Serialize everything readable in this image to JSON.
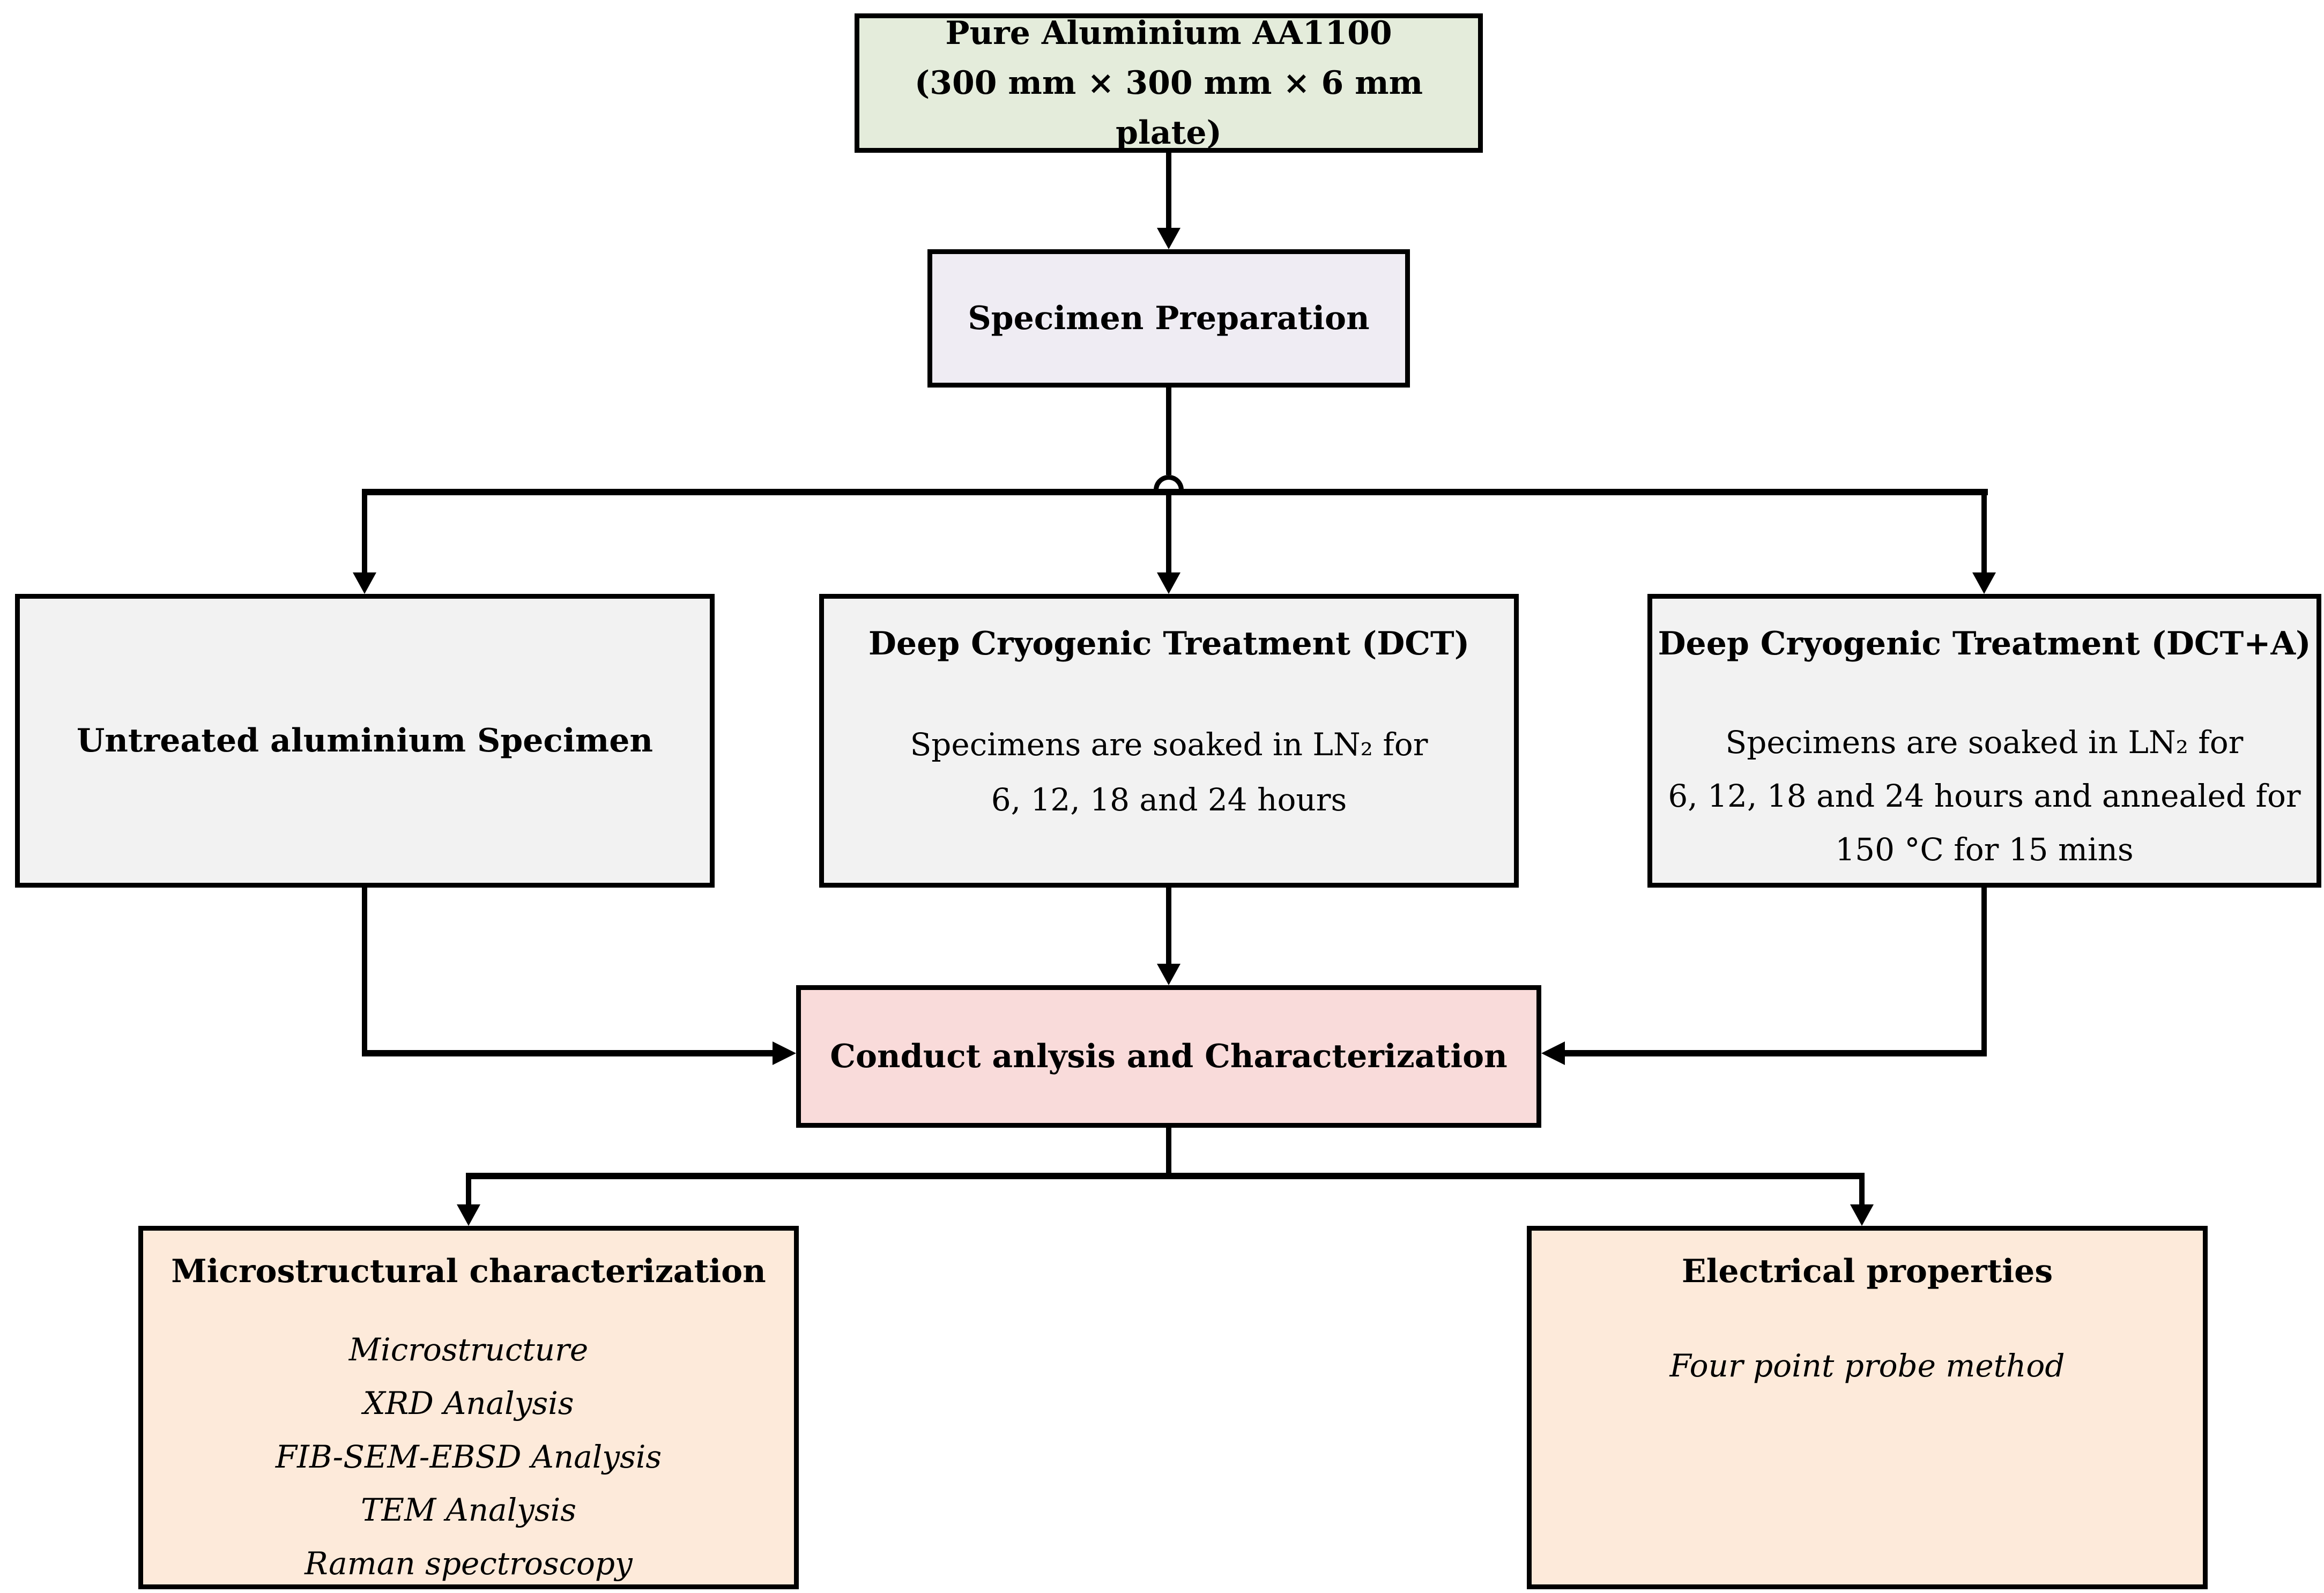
{
  "diagram": {
    "nodes": {
      "material": {
        "title": "Pure Aluminium AA1100\n(300 mm × 300 mm × 6 mm plate)",
        "fill": "#e4ecdb"
      },
      "preparation": {
        "title": "Specimen Preparation",
        "fill": "#efecf3"
      },
      "untreated": {
        "title": "Untreated aluminium Specimen",
        "fill": "#f2f2f2"
      },
      "dct": {
        "title": "Deep Cryogenic Treatment (DCT)",
        "body": "Specimens are soaked in LN₂ for\n6, 12, 18 and 24 hours",
        "fill": "#f2f2f2"
      },
      "dct_a": {
        "title": "Deep Cryogenic Treatment (DCT+A)",
        "body": "Specimens are soaked in LN₂ for\n6, 12, 18 and 24 hours and annealed for\n150 °C for 15 mins",
        "fill": "#f2f2f2"
      },
      "analysis": {
        "title": "Conduct anlysis and Characterization",
        "fill": "#f9dbda"
      },
      "microstructural": {
        "title": "Microstructural characterization",
        "body": "Microstructure\nXRD Analysis\nFIB-SEM-EBSD Analysis\nTEM Analysis\nRaman spectroscopy",
        "fill": "#fdeada"
      },
      "electrical": {
        "title": "Electrical properties",
        "body": "Four point probe method",
        "fill": "#fdeada"
      }
    },
    "colors": {
      "border": "#000000",
      "line": "#000000",
      "background": "#ffffff"
    }
  }
}
